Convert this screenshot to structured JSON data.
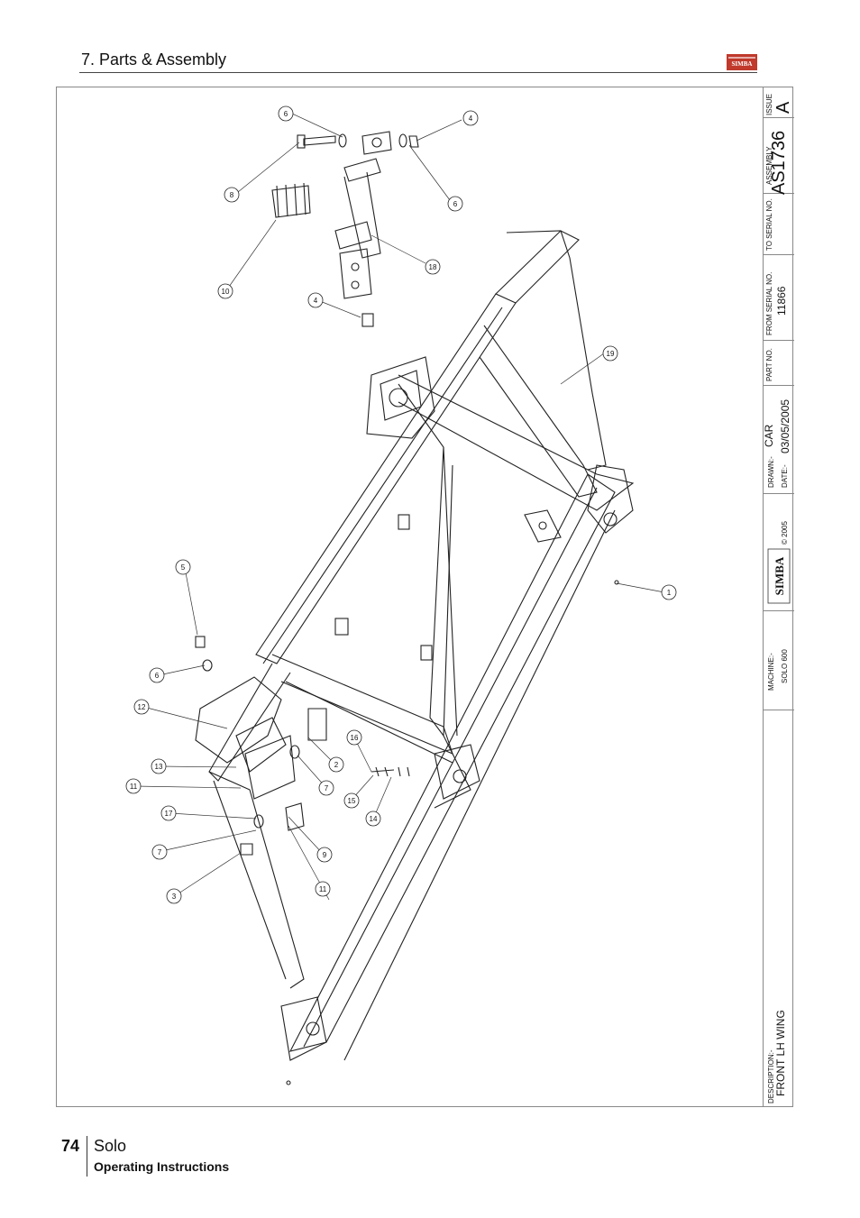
{
  "header": {
    "section_title": "7. Parts & Assembly",
    "logo_text": "SIMBA"
  },
  "title_block": {
    "issue_label": "ISSUE",
    "issue_value": "A",
    "assembly_label": "ASSEMBLY",
    "assembly_value": "AS1736",
    "to_serial_label": "TO SERIAL NO.",
    "to_serial_value": "",
    "from_serial_label": "FROM SERIAL NO.",
    "from_serial_value": "11866",
    "part_no_label": "PART NO.",
    "part_no_value": "",
    "drawn_label": "DRAWN:-",
    "drawn_value": "CAR",
    "date_label": "DATE:-",
    "date_value": "03/05/2005",
    "logo_text": "SIMBA",
    "copyright": "© 2005",
    "machine_label": "MACHINE:-",
    "machine_value": "SOLO 600",
    "description_label": "DESCRIPTION:-",
    "description_value": "FRONT LH WING"
  },
  "callouts": [
    "1",
    "2",
    "3",
    "4",
    "4",
    "5",
    "6",
    "6",
    "6",
    "7",
    "7",
    "8",
    "9",
    "10",
    "11",
    "11",
    "12",
    "13",
    "14",
    "15",
    "16",
    "17",
    "18",
    "19"
  ],
  "footer": {
    "page_number": "74",
    "model": "Solo",
    "subtitle": "Operating Instructions"
  },
  "colors": {
    "brand_red": "#c0392b",
    "line": "#222222",
    "frame": "#888888"
  }
}
